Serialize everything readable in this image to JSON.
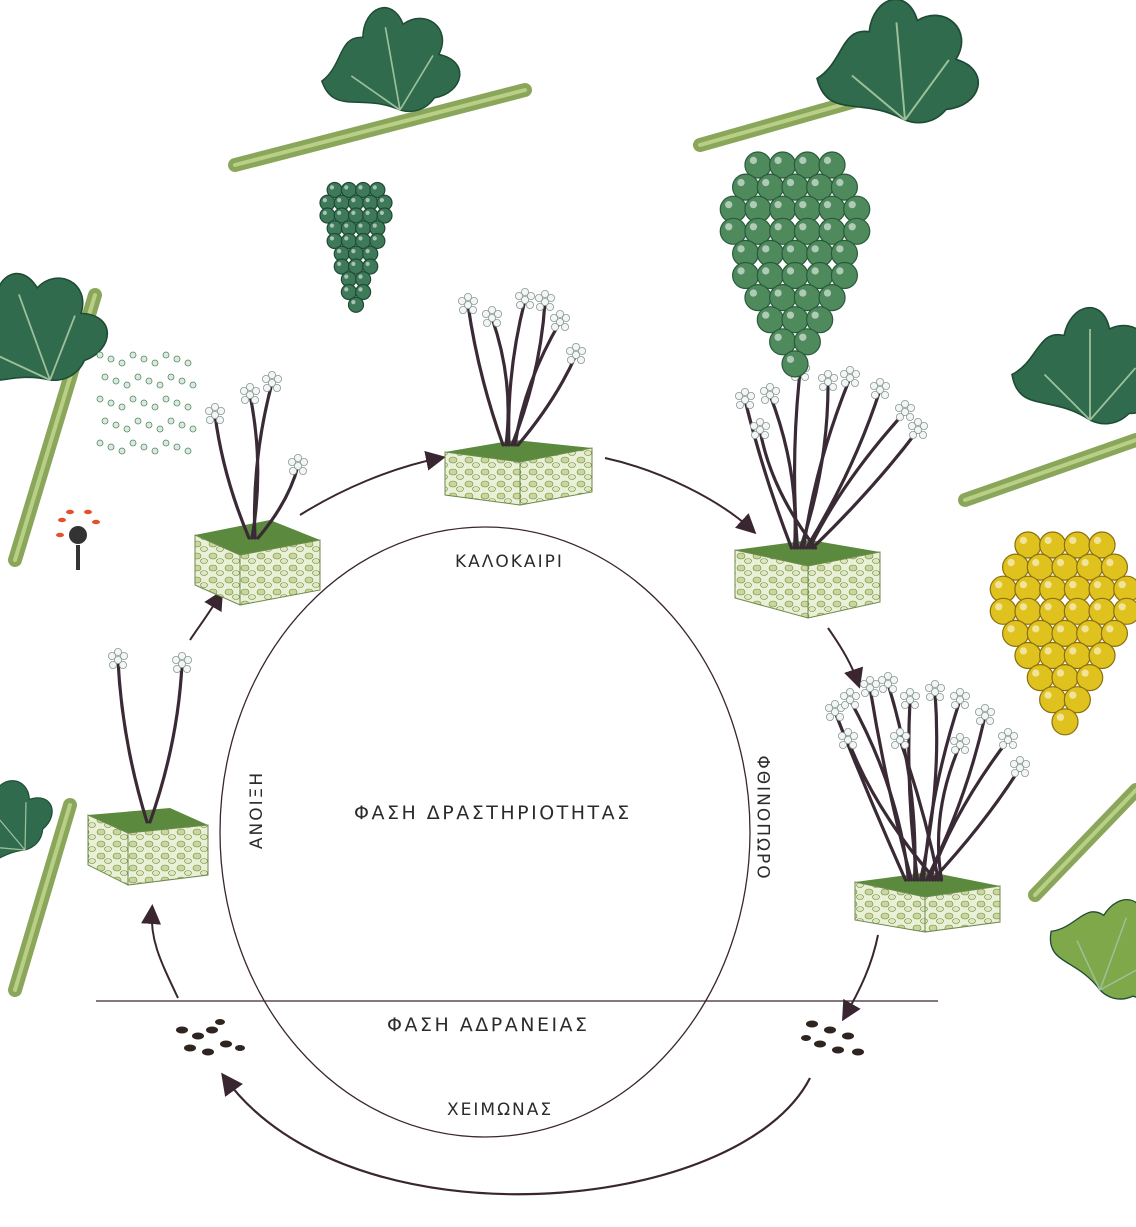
{
  "labels": {
    "summer": "ΚΑΛΟΚΑΙΡΙ",
    "spring": "ΑΝΟΙΞΗ",
    "autumn": "ΦΘΙΝΟΠΩΡΟ",
    "winter": "ΧΕΙΜΩΝΑΣ",
    "activity_phase": "ΦΑΣΗ ΔΡΑΣΤΗΡΙΟΤΗΤΑΣ",
    "dormancy_phase": "ΦΑΣΗ ΑΔΡΑΝΕΙΑΣ"
  },
  "colors": {
    "leaf": "#2f6b4c",
    "stem": "#8aa65a",
    "grape_green": "#4e8a5c",
    "grape_yellow": "#e0c21e",
    "hypha": "#3a2a36",
    "soil_top": "#5b8a3e",
    "spore": "#2e2420",
    "line": "#3a2630"
  }
}
